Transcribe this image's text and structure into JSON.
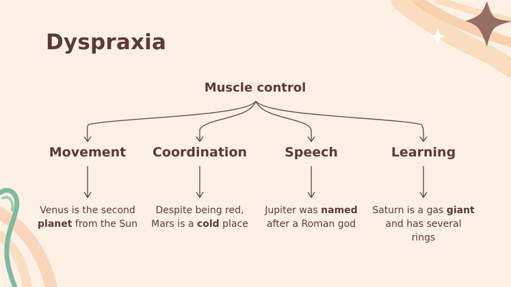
{
  "slide": {
    "title": "Dyspraxia"
  },
  "diagram": {
    "root": "Muscle control",
    "branches": [
      {
        "heading": "Movement",
        "desc": [
          {
            "t": "Venus is the second "
          },
          {
            "t": "planet",
            "b": true
          },
          {
            "t": " from the Sun"
          }
        ]
      },
      {
        "heading": "Coordination",
        "desc": [
          {
            "t": "Despite being red, Mars is a "
          },
          {
            "t": "cold",
            "b": true
          },
          {
            "t": " place"
          }
        ]
      },
      {
        "heading": "Speech",
        "desc": [
          {
            "t": "Jupiter was "
          },
          {
            "t": "named",
            "b": true
          },
          {
            "t": " after a Roman god"
          }
        ]
      },
      {
        "heading": "Learning",
        "desc": [
          {
            "t": "Saturn is a gas "
          },
          {
            "t": "giant",
            "b": true
          },
          {
            "t": " and has several rings"
          }
        ]
      }
    ]
  },
  "colors": {
    "background": "#fdf1e6",
    "text": "#5a3a36",
    "line": "#6b4a45",
    "accent_green": "#7fb9a0",
    "accent_peach": "#f6c39a",
    "accent_brown": "#8b6258"
  }
}
